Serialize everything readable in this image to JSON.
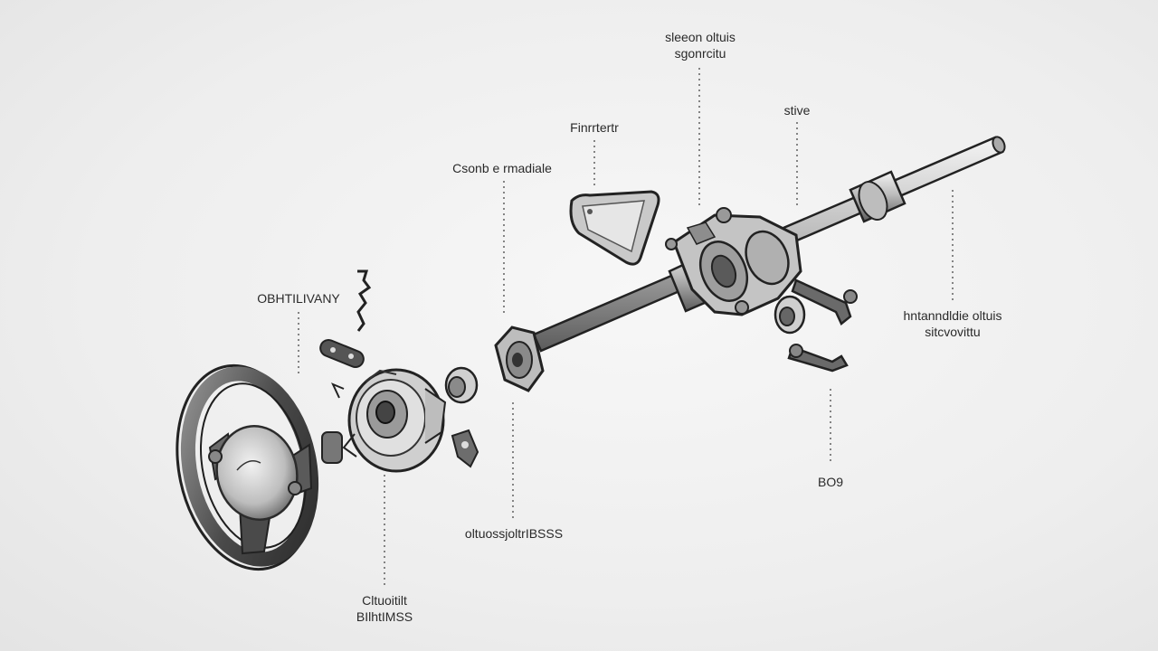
{
  "labels": {
    "top_center": [
      "sleeon oltuis",
      "sgonrcitu"
    ],
    "mirror": "Finrrtertr",
    "column_module": "Csonb e rmadiale",
    "stive": "stive",
    "left_top": "OBHTILIVANY",
    "right_mid": [
      "hntanndldie oltuis",
      "sitcvovittu"
    ],
    "bottom_right": "BO9",
    "bottom_center": "oltuossjoltrIBSSS",
    "bottom_left": [
      "Cltuoitilt",
      "BIlhtIMSS"
    ]
  },
  "colors": {
    "background": "#f0f0f0",
    "part_fill": "#d9d9d9",
    "part_stroke": "#2b2b2b",
    "label_text": "#2a2a2a"
  }
}
